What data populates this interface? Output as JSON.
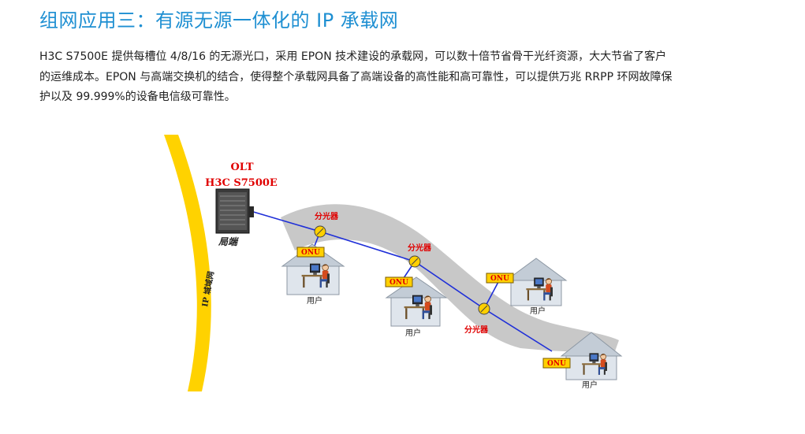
{
  "page": {
    "title": "组网应用三：有源无源一体化的 IP 承载网",
    "paragraph_lines": [
      "H3C S7500E 提供每槽位 4/8/16 的无源光口，采用 EPON 技术建设的承载网，可以数十倍节省骨干光纤资源，大大节省了客户",
      "的运维成本。EPON 与高端交换机的结合，使得整个承载网具备了高端设备的高性能和高可靠性，可以提供万兆 RRPP 环网故障保",
      "护以及 99.999%的设备电信级可靠性。"
    ]
  },
  "diagram": {
    "olt_label": "OLT",
    "olt_model": "H3C S7500E",
    "central_office_label": "局端",
    "ip_network_label": "IP 城域网",
    "splitters": [
      {
        "label": "分光器"
      },
      {
        "label": "分光器"
      },
      {
        "label": "分光器"
      }
    ],
    "onus": [
      {
        "label": "ONU",
        "user_label": "用户"
      },
      {
        "label": "ONU",
        "user_label": "用户"
      },
      {
        "label": "ONU",
        "user_label": "用户"
      },
      {
        "label": "ONU",
        "user_label": "用户"
      }
    ],
    "colors": {
      "title": "#1e8fd2",
      "ip_band": "#ffd200",
      "fiber": "#1f2fd8",
      "label_red": "#e00000",
      "onu_fill": "#ffd000",
      "house_fill": "#dfe5ec",
      "house_roof": "#c3ccd6",
      "path_band": "#c8c8c8"
    }
  }
}
